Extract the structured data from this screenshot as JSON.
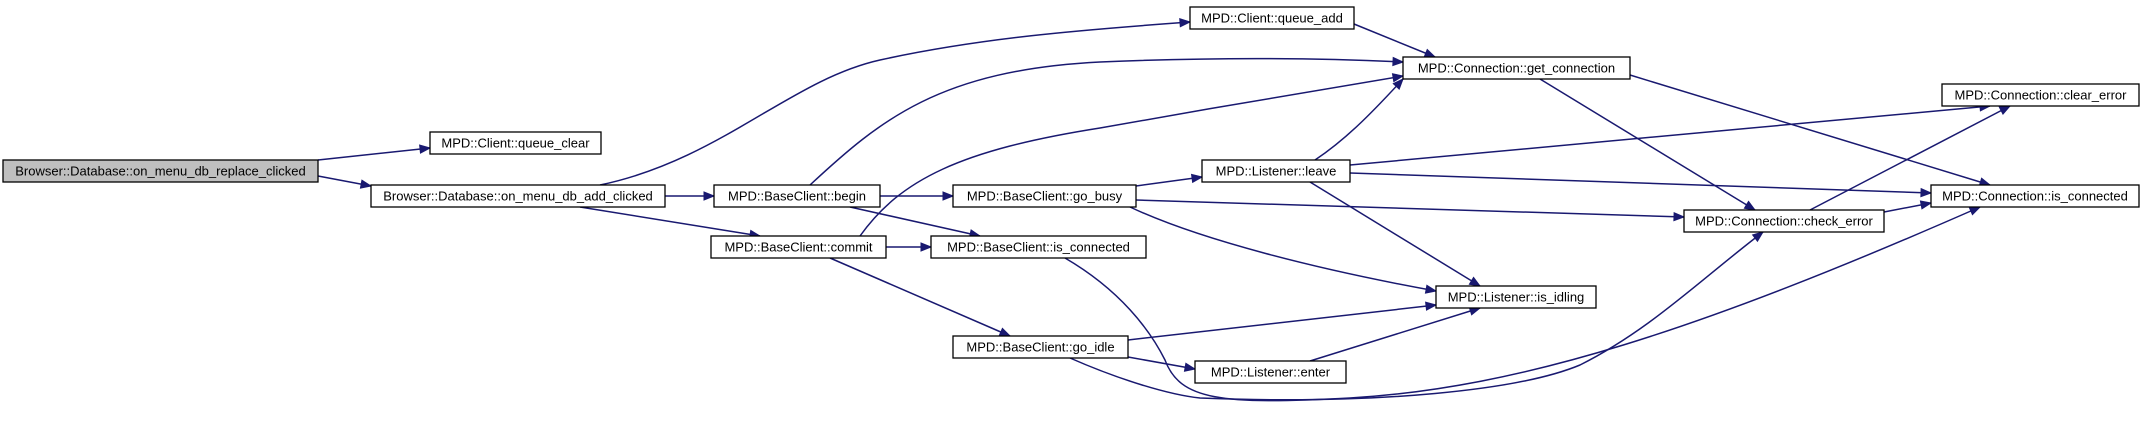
{
  "graph": {
    "type": "call-graph",
    "nodes": [
      {
        "id": "root",
        "label": "Browser::Database::on_menu_db_replace_clicked",
        "highlighted": true
      },
      {
        "id": "queue_clear",
        "label": "MPD::Client::queue_clear"
      },
      {
        "id": "add_clicked",
        "label": "Browser::Database::on_menu_db_add_clicked"
      },
      {
        "id": "queue_add",
        "label": "MPD::Client::queue_add"
      },
      {
        "id": "begin",
        "label": "MPD::BaseClient::begin"
      },
      {
        "id": "commit",
        "label": "MPD::BaseClient::commit"
      },
      {
        "id": "get_connection",
        "label": "MPD::Connection::get_connection"
      },
      {
        "id": "go_busy",
        "label": "MPD::BaseClient::go_busy"
      },
      {
        "id": "bc_is_connected",
        "label": "MPD::BaseClient::is_connected"
      },
      {
        "id": "go_idle",
        "label": "MPD::BaseClient::go_idle"
      },
      {
        "id": "leave",
        "label": "MPD::Listener::leave"
      },
      {
        "id": "enter",
        "label": "MPD::Listener::enter"
      },
      {
        "id": "is_idling",
        "label": "MPD::Listener::is_idling"
      },
      {
        "id": "check_error",
        "label": "MPD::Connection::check_error"
      },
      {
        "id": "clear_error",
        "label": "MPD::Connection::clear_error"
      },
      {
        "id": "conn_is_connected",
        "label": "MPD::Connection::is_connected"
      }
    ],
    "edges": [
      {
        "from": "root",
        "to": "queue_clear"
      },
      {
        "from": "root",
        "to": "add_clicked"
      },
      {
        "from": "add_clicked",
        "to": "queue_add"
      },
      {
        "from": "add_clicked",
        "to": "begin"
      },
      {
        "from": "add_clicked",
        "to": "commit"
      },
      {
        "from": "queue_add",
        "to": "get_connection"
      },
      {
        "from": "begin",
        "to": "get_connection"
      },
      {
        "from": "begin",
        "to": "go_busy"
      },
      {
        "from": "begin",
        "to": "bc_is_connected"
      },
      {
        "from": "commit",
        "to": "get_connection"
      },
      {
        "from": "commit",
        "to": "bc_is_connected"
      },
      {
        "from": "commit",
        "to": "go_idle"
      },
      {
        "from": "go_busy",
        "to": "leave"
      },
      {
        "from": "go_busy",
        "to": "check_error"
      },
      {
        "from": "go_busy",
        "to": "is_idling"
      },
      {
        "from": "bc_is_connected",
        "to": "conn_is_connected"
      },
      {
        "from": "go_idle",
        "to": "is_idling"
      },
      {
        "from": "go_idle",
        "to": "enter"
      },
      {
        "from": "go_idle",
        "to": "check_error"
      },
      {
        "from": "leave",
        "to": "get_connection"
      },
      {
        "from": "leave",
        "to": "clear_error"
      },
      {
        "from": "leave",
        "to": "conn_is_connected"
      },
      {
        "from": "leave",
        "to": "is_idling"
      },
      {
        "from": "enter",
        "to": "is_idling"
      },
      {
        "from": "get_connection",
        "to": "check_error"
      },
      {
        "from": "get_connection",
        "to": "conn_is_connected"
      },
      {
        "from": "check_error",
        "to": "clear_error"
      },
      {
        "from": "check_error",
        "to": "conn_is_connected"
      }
    ]
  }
}
